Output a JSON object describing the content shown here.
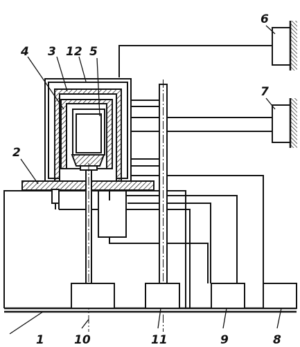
{
  "labels": {
    "l1": "1",
    "l2": "2",
    "l3": "3",
    "l4": "4",
    "l5": "5",
    "l6": "6",
    "l7": "7",
    "l8": "8",
    "l9": "9",
    "l10": "10",
    "l11": "11",
    "l12": "12"
  },
  "colors": {
    "ink": "#111111",
    "paper": "#ffffff"
  }
}
